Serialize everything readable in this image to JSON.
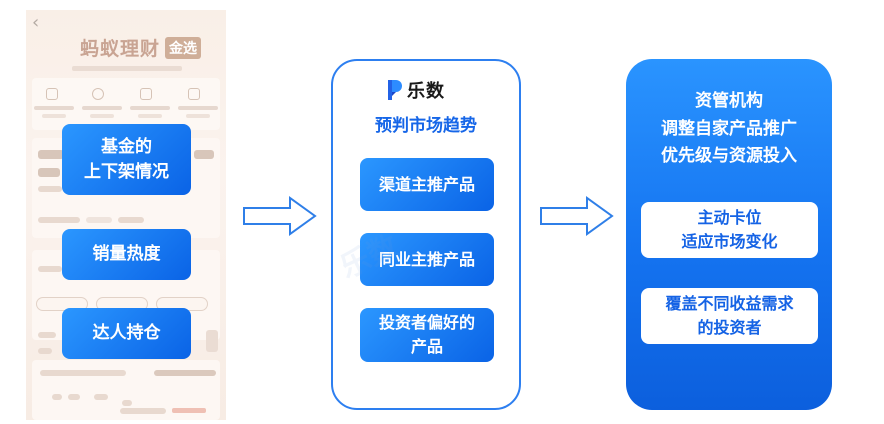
{
  "phone": {
    "back_icon": "chevron-left-icon",
    "brand": "蚂蚁理财",
    "brand_badge": "金选"
  },
  "tags": [
    {
      "label": "基金的\n上下架情况"
    },
    {
      "label": "销量热度"
    },
    {
      "label": "达人持仓"
    }
  ],
  "middle": {
    "logo_text": "乐数",
    "title": "预判市场趋势",
    "items": [
      {
        "label": "渠道主推产品"
      },
      {
        "label": "同业主推产品"
      },
      {
        "label": "投资者偏好的\n产品"
      }
    ]
  },
  "right": {
    "title": "资管机构\n调整自家产品推广\n优先级与资源投入",
    "items": [
      {
        "label": "主动卡位\n适应市场变化"
      },
      {
        "label": "覆盖不同收益需求\n的投资者"
      }
    ]
  },
  "colors": {
    "primary_blue": "#1473f0",
    "box_gradient_start": "#2b97ff",
    "box_gradient_end": "#0a63e6",
    "panel_border": "#2d7ff0",
    "title_blue": "#1666e8"
  }
}
